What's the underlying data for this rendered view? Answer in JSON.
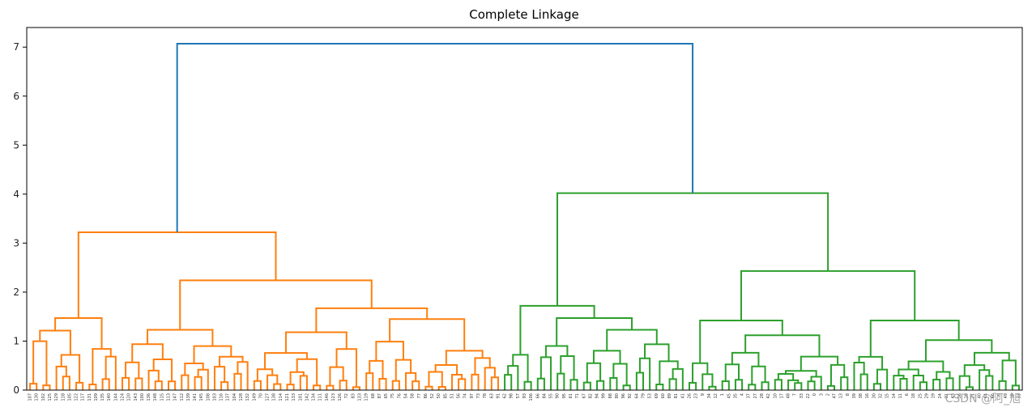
{
  "chart_data": {
    "type": "dendrogram",
    "title": "Complete Linkage",
    "xlabel": "",
    "ylabel": "",
    "ylim": [
      0,
      7.4
    ],
    "yticks": [
      0,
      1,
      2,
      3,
      4,
      5,
      6,
      7
    ],
    "grid": false,
    "colors": {
      "top": "#1f77b4",
      "left": "#ff7f0e",
      "right": "#2ca02c"
    },
    "leaves": {
      "left": [
        "107",
        "130",
        "102",
        "125",
        "129",
        "118",
        "105",
        "122",
        "117",
        "131",
        "109",
        "135",
        "140",
        "144",
        "124",
        "120",
        "143",
        "100",
        "136",
        "148",
        "115",
        "113",
        "147",
        "112",
        "139",
        "141",
        "145",
        "108",
        "103",
        "116",
        "137",
        "104",
        "128",
        "132",
        "149",
        "70",
        "127",
        "138",
        "114",
        "121",
        "133",
        "101",
        "142",
        "134",
        "111",
        "146",
        "123",
        "126",
        "72",
        "83",
        "133",
        "119",
        "68",
        "87",
        "65",
        "75",
        "76",
        "54",
        "58",
        "77",
        "86",
        "52",
        "50",
        "85",
        "51",
        "56",
        "74",
        "97",
        "73",
        "78",
        "63",
        "91"
      ],
      "right": [
        "62",
        "98",
        "57",
        "93",
        "106",
        "66",
        "84",
        "55",
        "90",
        "95",
        "61",
        "71",
        "67",
        "82",
        "94",
        "99",
        "88",
        "80",
        "96",
        "92",
        "64",
        "79",
        "53",
        "69",
        "60",
        "89",
        "81",
        "41",
        "26",
        "23",
        "9",
        "34",
        "12",
        "1",
        "45",
        "35",
        "4",
        "37",
        "27",
        "28",
        "42",
        "10",
        "17",
        "48",
        "7",
        "33",
        "22",
        "0",
        "3",
        "2",
        "47",
        "13",
        "8",
        "39",
        "38",
        "16",
        "30",
        "32",
        "15",
        "14",
        "11",
        "6",
        "18",
        "25",
        "29",
        "19",
        "24",
        "31",
        "43",
        "36",
        "20",
        "21",
        "40",
        "44",
        "46",
        "5",
        "49",
        "39",
        "33"
      ]
    },
    "merges": [
      {
        "name": "root",
        "height": 7.07
      },
      {
        "name": "left-cluster",
        "height": 3.22
      },
      {
        "name": "right-cluster",
        "height": 4.02
      },
      {
        "name": "left-a",
        "height": 1.47
      },
      {
        "name": "left-b",
        "height": 2.24
      },
      {
        "name": "left-b1",
        "height": 1.23
      },
      {
        "name": "left-b2",
        "height": 1.67
      },
      {
        "name": "left-b2a",
        "height": 1.18
      },
      {
        "name": "left-b2b",
        "height": 1.45
      },
      {
        "name": "right-a",
        "height": 1.72
      },
      {
        "name": "right-a1",
        "height": 1.47
      },
      {
        "name": "right-a1b",
        "height": 1.23
      },
      {
        "name": "right-b",
        "height": 2.43
      },
      {
        "name": "right-b1",
        "height": 1.42
      },
      {
        "name": "right-b1b",
        "height": 1.12
      },
      {
        "name": "right-b2",
        "height": 1.42
      },
      {
        "name": "right-b2b",
        "height": 1.02
      }
    ]
  },
  "watermark": "CSDN @阿_旭"
}
